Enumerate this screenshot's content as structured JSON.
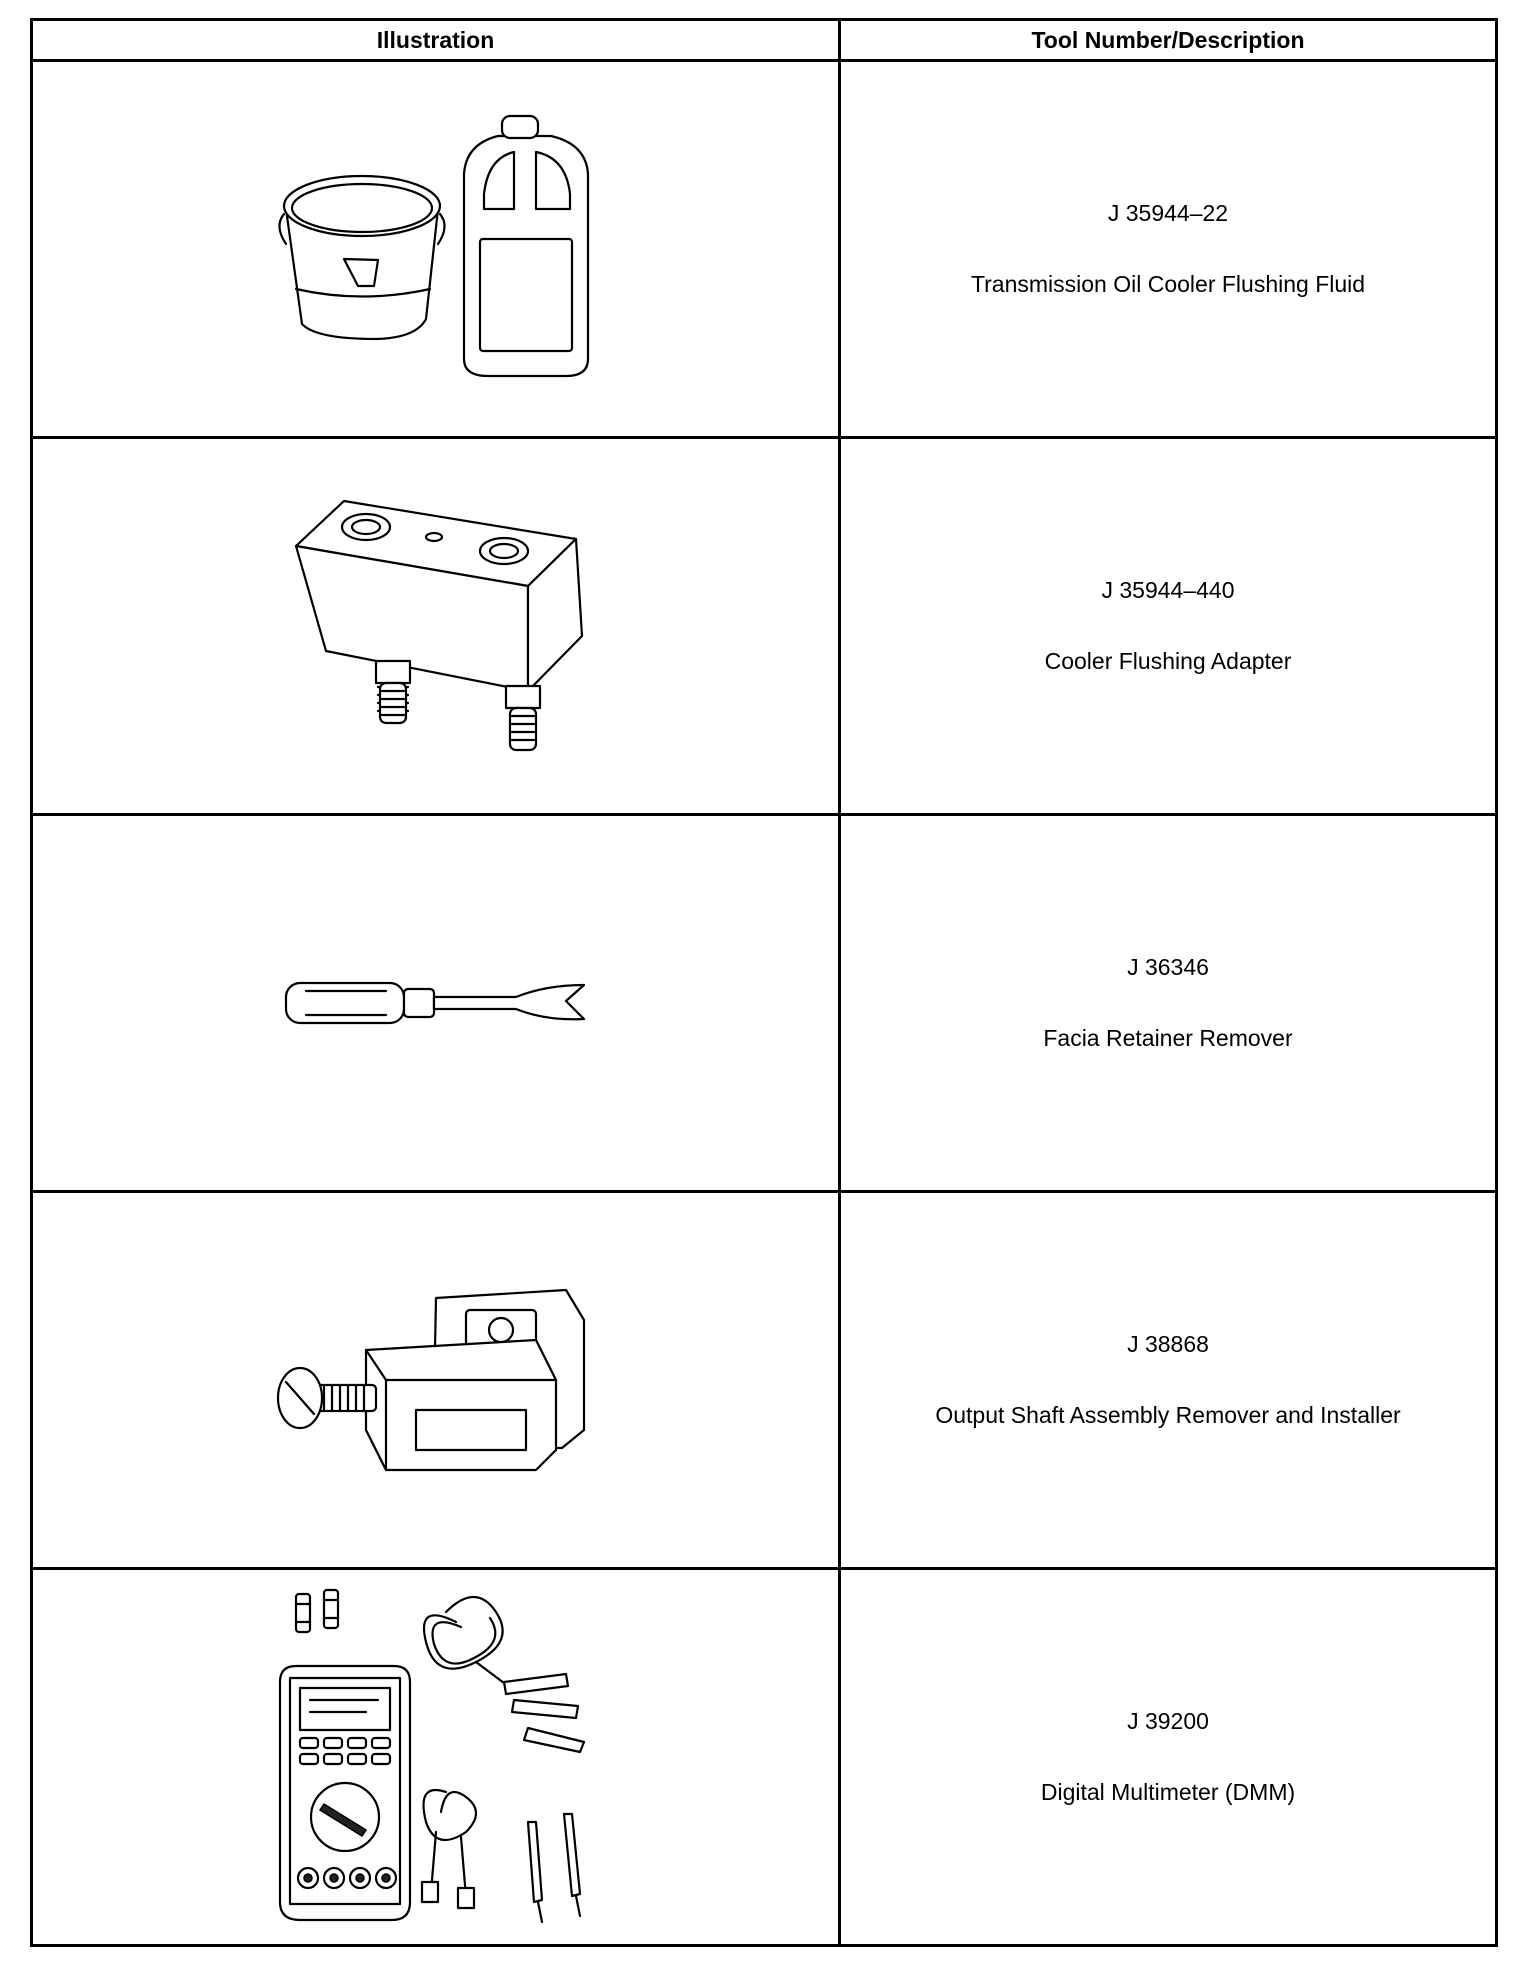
{
  "table": {
    "headers": {
      "illustration": "Illustration",
      "tool": "Tool Number/Description"
    },
    "rows": [
      {
        "icon": "fluid-bucket-and-jug-icon",
        "number": "J 35944–22",
        "description": "Transmission Oil Cooler Flushing Fluid"
      },
      {
        "icon": "flushing-adapter-block-icon",
        "number": "J 35944–440",
        "description": "Cooler Flushing Adapter"
      },
      {
        "icon": "retainer-remover-tool-icon",
        "number": "J 36346",
        "description": "Facia Retainer Remover"
      },
      {
        "icon": "output-shaft-clamp-icon",
        "number": "J 38868",
        "description": "Output Shaft Assembly Remover and Installer"
      },
      {
        "icon": "digital-multimeter-icon",
        "number": "J 39200",
        "description": "Digital Multimeter (DMM)"
      }
    ]
  }
}
